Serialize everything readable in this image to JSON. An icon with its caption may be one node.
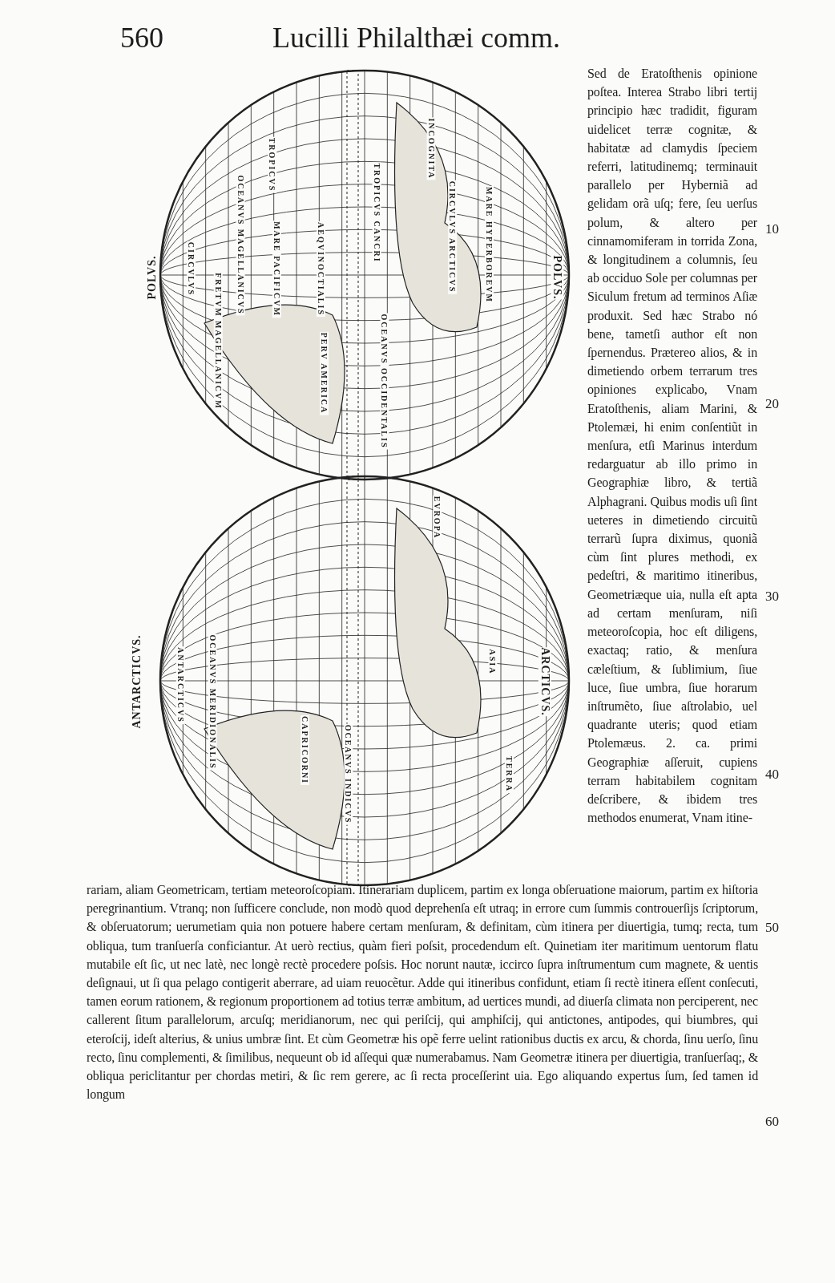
{
  "diagram": {
    "title": "Lucilli Philalthæi comm.",
    "labels": [
      "560",
      "POLVS.",
      "TROPICVS",
      "MARE PACIFICVM",
      "OCEANVS MAGELLANICVS",
      "FRETVM MAGELLANICVM",
      "CIRCVLVS",
      "AEQVINOCTIALIS",
      "PERV AMERICA",
      "TROPICVS CANCRI",
      "OCEANVS OCCIDENTALIS",
      "INCOGNITA",
      "CIRCVLVS ARCTICVS",
      "MARE HYPERBOREVM",
      "POLVS.",
      "ANTARCTICVS.",
      "ANTARCTICVS",
      "OCEANVS MERIDIONALIS",
      "CAPRICORNI",
      "OCEANVS INDICVS",
      "EVROPA",
      "ASIA",
      "TERRA",
      "ARCTICVS.",
      "Sed de Eratoſthenis opinione poſtea. Interea Strabo libri tertij principio hæc tradidit, figuram uidelicet terræ cognitæ, & habitatæ ad clamydis ſpeciem referri, latitudinemq; terminauit parallelo per Hyberniã ad gelidam orã uſq; fere, ſeu uerſus polum, & altero per cinnamomiferam in torrida Zona, & longitudinem a columnis, ſeu ab occiduo Sole per columnas per Siculum fretum ad terminos Aſiæ produxit. Sed hæc Strabo nó bene, tametſi author eſt non ſpernendus. Prætereo alios, & in dimetiendo orbem terrarum tres opiniones explicabo, Vnam Eratoſthenis, aliam Marini, & Ptolemæi, hi enim conſentiũt in menſura, etſi Marinus interdum redarguatur ab illo primo in Geographiæ libro, & tertiã Alphagrani. Quibus modis uſi ſint ueteres in dimetiendo circuitũ terrarũ ſupra diximus, quoniã cùm ſint plures methodi, ex pedeſtri, & maritimo itineribus, Geometriæque uia, nulla eſt apta ad certam menſuram, niſi meteoroſcopia, hoc eſt diligens, exactaq; ratio, & menſura cæleſtium, & ſublimium, ſiue luce, ſiue umbra, ſiue horarum inſtrumẽto, ſiue aſtrolabio, uel quadrante uteris; quod etiam Ptolemæus. 2. ca. primi Geographiæ aſſeruit, cupiens terram habitabilem cognitam deſcribere, & ibidem tres methodos enumerat, Vnam itine-",
      "10",
      "20",
      "30",
      "40",
      "rariam, aliam Geometricam, tertiam meteoroſcopiam. Itinerariam duplicem, partim ex longa obſeruatione maiorum, partim ex hiſtoria peregrinantium. Vtranq; non ſufficere conclude, non modò quod deprehenſa eſt utraq; in errore cum ſummis controuerſijs ſcriptorum, & obſeruatorum; uerumetiam quia non potuere habere certam menſuram, & definitam, cùm itinera per diuertigia, tumq; recta, tum obliqua, tum tranſuerſa conficiantur. At uerò rectius, quàm fieri poſsit, procedendum eſt. Quinetiam iter maritimum uentorum flatu mutabile eſt ſic, ut nec latè, nec longè rectè procedere poſsis. Hoc norunt nautæ, iccirco ſupra inſtrumentum cum magnete, & uentis deſignaui, ut ſi qua pelago contigerit aberrare, ad uiam reuocẽtur. Adde qui itineribus confidunt, etiam ſi rectè itinera eſſent conſecuti, tamen eorum rationem, & regionum proportionem ad totius terræ ambitum, ad uertices mundi, ad diuerſa climata non perciperent, nec callerent ſitum parallelorum, arcuſq; meridianorum, nec qui periſcij, qui amphiſcij, qui antictones, antipodes, qui biumbres, qui eteroſcij, ideſt alterius, & unius umbræ ſint. Et cùm Geometræ his opẽ ferre uelint rationibus ductis ex arcu, & chorda, ſinu uerſo, ſinu recto, ſinu complementi, & ſimilibus, nequeunt ob id aſſequi quæ numerabamus. Nam Geometræ itinera per diuertigia, tranſuerſaq;, & obliqua periclitantur per chordas metiri, & ſic rem gerere, ac ſi recta proceſſerint uia. Ego aliquando expertus ſum, ſed tamen id longum",
      "50",
      "60"
    ]
  }
}
